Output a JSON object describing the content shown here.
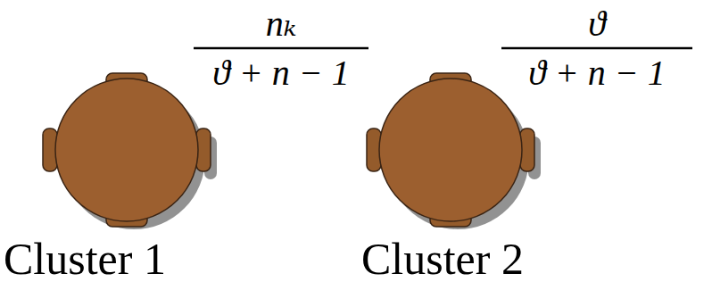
{
  "diagram": {
    "nodes": [
      {
        "text": [
          "Cluster 1"
        ]
      },
      {
        "text": [
          "Cluster 2"
        ]
      }
    ],
    "labels": [
      "nₖ",
      "ϑ + n − 1",
      "ϑ",
      "ϑ + n − 1"
    ]
  }
}
